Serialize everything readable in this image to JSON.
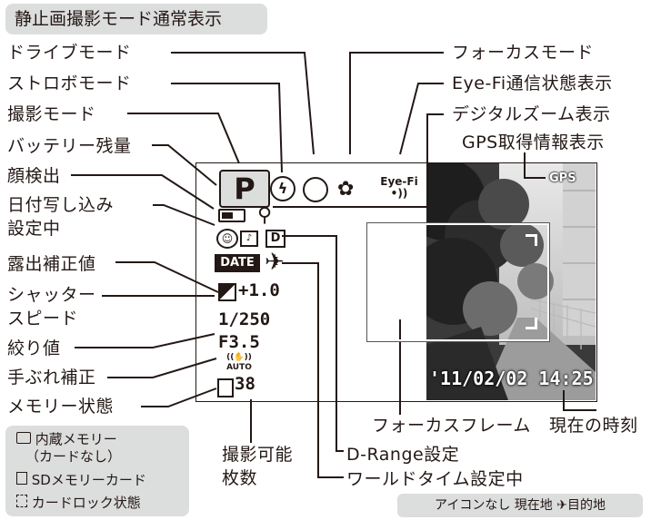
{
  "title": "静止画撮影モード通常表示",
  "labels_left": {
    "drive_mode": "ドライブモード",
    "strobe_mode": "ストロボモード",
    "shooting_mode": "撮影モード",
    "battery": "バッテリー残量",
    "face_detect": "顔検出",
    "date_imprint_1": "日付写し込み",
    "date_imprint_2": "設定中",
    "ev_comp": "露出補正値",
    "shutter_1": "シャッター",
    "shutter_2": "スピード",
    "aperture": "絞り値",
    "shake_reduction": "手ぶれ補正",
    "memory_status": "メモリー状態"
  },
  "labels_right": {
    "focus_mode": "フォーカスモード",
    "eyefi": "Eye-Fi通信状態表示",
    "digital_zoom": "デジタルズーム表示",
    "gps": "GPS取得情報表示"
  },
  "labels_bottom": {
    "focus_frame": "フォーカスフレーム",
    "current_time": "現在の時刻",
    "remaining_1": "撮影可能",
    "remaining_2": "枚数",
    "drange": "D-Range設定",
    "world_time": "ワールドタイム設定中"
  },
  "screen": {
    "mode_letter": "P",
    "date_badge": "DATE",
    "ev": "+1.0",
    "shutter": "1/250",
    "aperture": "F3.5",
    "shots": "38",
    "datetime": "'11/02/02 14:25",
    "gps_badge": "GPS",
    "eyefi_badge": "Eye-Fi",
    "drange_badge": "D",
    "auto_text": "AUTO"
  },
  "legend": {
    "item1_line1": "内蔵メモリー",
    "item1_line2": "（カードなし）",
    "item2": "SDメモリーカード",
    "item3": "カードロック状態"
  },
  "legend2": "アイコンなし 現在地 ✈目的地",
  "icons": [
    "drive-self-timer-icon",
    "flash-off-icon",
    "macro-tulip-icon",
    "eyefi-icon",
    "zoom-magnifier-icon",
    "gps-icon",
    "battery-icon",
    "face-detect-icon",
    "drange-icon",
    "date-icon",
    "airplane-icon",
    "ev-icon",
    "shake-reduction-icon",
    "sd-card-icon"
  ]
}
